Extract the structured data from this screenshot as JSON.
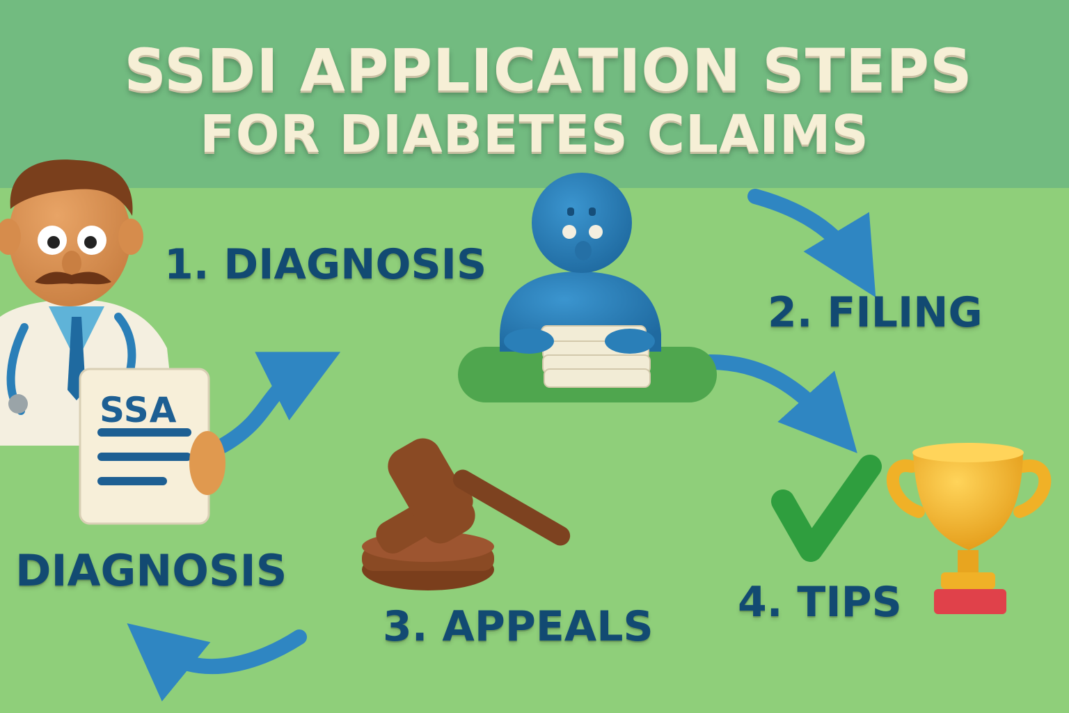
{
  "title": {
    "line1": "SSDI APPLICATION STEPS",
    "line2": "FOR DIABETES CLAIMS"
  },
  "steps": [
    {
      "label": "1. DIAGNOSIS"
    },
    {
      "label": "2. FILING"
    },
    {
      "label": "3. APPEALS"
    },
    {
      "label": "4. TIPS"
    }
  ],
  "doctor": {
    "caption": "DIAGNOSIS",
    "document_label": "SSA"
  },
  "colors": {
    "background_top": "#72bb80",
    "background_bottom": "#8fcf7a",
    "title_text": "#f6efd6",
    "label_text": "#124a72",
    "arrow": "#2f86c2",
    "figure_blue": "#2a7fb8",
    "gavel_brown": "#8a4a24",
    "checkmark_green": "#2f9e3e",
    "trophy_gold": "#f0b127"
  },
  "icons": [
    "doctor-icon",
    "person-with-papers-icon",
    "gavel-icon",
    "checkmark-icon",
    "trophy-icon",
    "arrow-icon"
  ]
}
